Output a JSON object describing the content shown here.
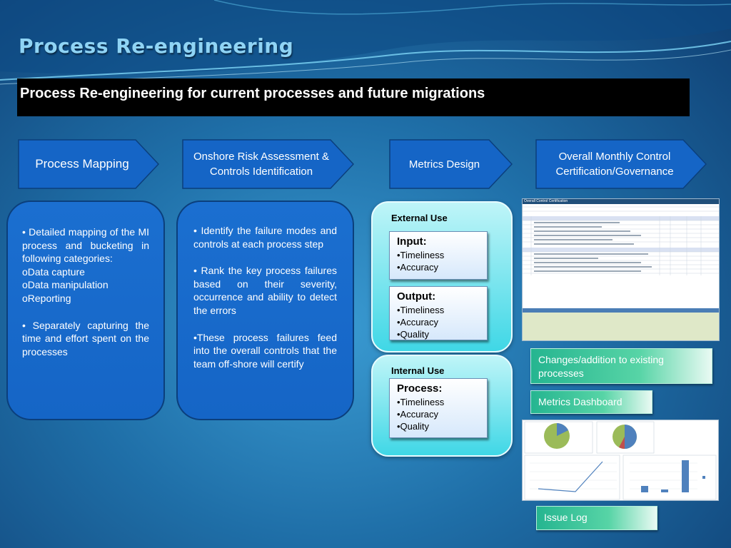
{
  "page": {
    "title": "Process Re-engineering",
    "subtitle": "Process Re-engineering for current processes and future migrations"
  },
  "colors": {
    "background": "#1f6fa8",
    "title_text": "#8fd4f5",
    "banner": "#000000",
    "chevron_fill": "#1565c6",
    "panel_fill": "#1b6fd0",
    "cyan_panel": "#3fd7e6",
    "green_button": "#25b590"
  },
  "steps": [
    {
      "label": "Process Mapping",
      "icon": "chevron-arrow"
    },
    {
      "label": "Onshore Risk Assessment & Controls Identification",
      "icon": "chevron-arrow"
    },
    {
      "label": "Metrics Design",
      "icon": "chevron-arrow"
    },
    {
      "label": "Overall Monthly Control Certification/Governance",
      "icon": "chevron-arrow"
    }
  ],
  "process_mapping_panel": {
    "p1": "• Detailed mapping of the MI process and bucketing in following categories:",
    "categories": [
      "oData capture",
      "oData manipulation",
      "oReporting"
    ],
    "p2": "• Separately capturing the time and effort spent on the processes"
  },
  "risk_panel": {
    "p1": "• Identify the failure modes and controls at each process step",
    "p2": "• Rank the key process failures based on their severity, occurrence and ability to detect the errors",
    "p3": "•These process failures feed into the overall controls that the team off-shore will certify"
  },
  "metrics": {
    "external_label": "External Use",
    "internal_label": "Internal Use",
    "input": {
      "title": "Input:",
      "items": [
        "•Timeliness",
        "•Accuracy"
      ]
    },
    "output": {
      "title": "Output:",
      "items": [
        "•Timeliness",
        "•Accuracy",
        "•Quality"
      ]
    },
    "process": {
      "title": "Process:",
      "items": [
        "•Timeliness",
        "•Accuracy",
        "•Quality"
      ]
    }
  },
  "governance": {
    "certification_title": "Overall Control Certification",
    "changes_label": "Changes/addition to existing processes",
    "dashboard_label": "Metrics Dashboard",
    "issue_log_label": "Issue Log"
  }
}
